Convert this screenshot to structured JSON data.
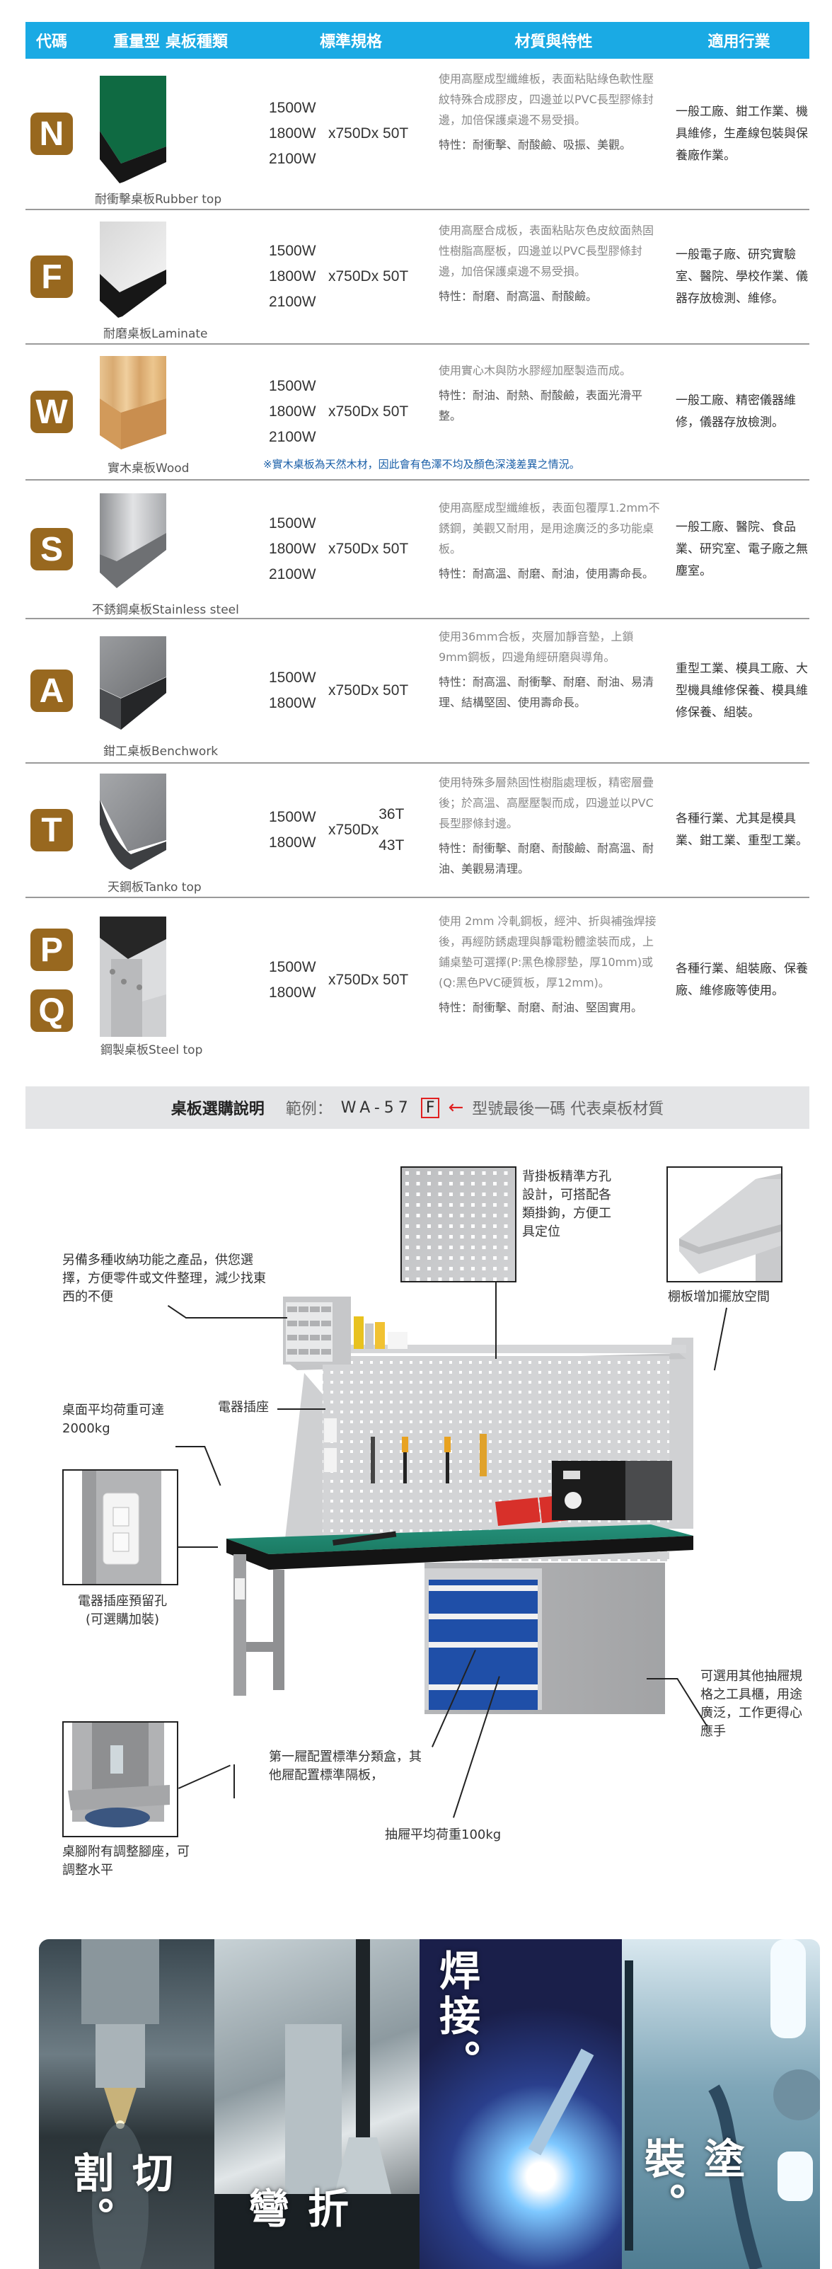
{
  "table": {
    "headers": {
      "code": "代碼",
      "type": "重量型 桌板種類",
      "spec": "標準規格",
      "material": "材質與特性",
      "industry": "適用行業"
    },
    "rows": [
      {
        "codes": [
          "N"
        ],
        "type_label": "耐衝擊桌板Rubber top",
        "sizes": [
          "1500W",
          "1800W",
          "2100W"
        ],
        "dims": "x750Dx 50T",
        "material": "使用高壓成型纖維板，表面粘貼綠色軟性壓紋特殊合成膠皮，四邊並以PVC長型膠條封邊，加倍保護桌邊不易受損。",
        "features": "特性：耐衝擊、耐酸鹼、吸振、美觀。",
        "industry": "一般工廠、鉗工作業、機具維修，生產線包裝與保養廠作業。"
      },
      {
        "codes": [
          "F"
        ],
        "type_label": "耐磨桌板Laminate",
        "sizes": [
          "1500W",
          "1800W",
          "2100W"
        ],
        "dims": "x750Dx 50T",
        "material": "使用高壓合成板，表面粘貼灰色皮紋面熱固性樹脂高壓板，四邊並以PVC長型膠條封邊，加倍保護桌邊不易受損。",
        "features": "特性：耐磨、耐高溫、耐酸鹼。",
        "industry": "一般電子廠、研究實驗室、醫院、學校作業、儀器存放檢測、維修。"
      },
      {
        "codes": [
          "W"
        ],
        "type_label": "實木桌板Wood",
        "sizes": [
          "1500W",
          "1800W",
          "2100W"
        ],
        "dims": "x750Dx 50T",
        "material": "使用實心木與防水膠經加壓製造而成。",
        "features": "特性：耐油、耐熱、耐酸鹼，表面光滑平整。",
        "industry": "一般工廠、精密儀器維修，儀器存放檢測。",
        "note": "※實木桌板為天然木材，因此會有色澤不均及顏色深淺差異之情況。"
      },
      {
        "codes": [
          "S"
        ],
        "type_label": "不銹鋼桌板Stainless steel",
        "sizes": [
          "1500W",
          "1800W",
          "2100W"
        ],
        "dims": "x750Dx 50T",
        "material": "使用高壓成型纖維板，表面包覆厚1.2mm不銹鋼，美觀又耐用，是用途廣泛的多功能桌板。",
        "features": "特性：耐高溫、耐磨、耐油，使用壽命長。",
        "industry": "一般工廠、醫院、食品業、研究室、電子廠之無塵室。"
      },
      {
        "codes": [
          "A"
        ],
        "type_label": "鉗工桌板Benchwork",
        "sizes": [
          "1500W",
          "1800W"
        ],
        "dims": "x750Dx 50T",
        "material": "使用36mm合板，夾層加靜音墊，上鎖9mm鋼板，四邊角經研磨與導角。",
        "features": "特性：耐高溫、耐衝擊、耐磨、耐油、易清理、結構堅固、使用壽命長。",
        "industry": "重型工業、模具工廠、大型機具維修保養、模具維修保養、組裝。"
      },
      {
        "codes": [
          "T"
        ],
        "type_label": "天鋼板Tanko top",
        "sizes": [
          "1500W",
          "1800W"
        ],
        "dims": "x750Dx",
        "thickness": [
          "36T",
          "43T"
        ],
        "material": "使用特殊多層熱固性樹脂處理板，精密層疊後；於高溫、高壓壓製而成，四邊並以PVC長型膠條封邊。",
        "features": "特性：耐衝擊、耐磨、耐酸鹼、耐高溫、耐油、美觀易清理。",
        "industry": "各種行業、尤其是模具業、鉗工業、重型工業。"
      },
      {
        "codes": [
          "P",
          "Q"
        ],
        "type_label": "鋼製桌板Steel top",
        "sizes": [
          "1500W",
          "1800W"
        ],
        "dims": "x750Dx 50T",
        "material": "使用 2mm 冷軋鋼板，經沖、折與補強焊接後，再經防銹處理與靜電粉體塗裝而成，上鋪桌墊可選擇(P:黑色橡膠墊，厚10mm)或(Q:黑色PVC硬質板，厚12mm)。",
        "features": "特性：耐衝擊、耐磨、耐油、堅固實用。",
        "industry": "各種行業、組裝廠、保養廠、維修廠等使用。"
      }
    ]
  },
  "selection": {
    "title": "桌板選購說明",
    "example_label": "範例：",
    "model_prefix": "WA-57",
    "model_code": "F",
    "arrow": "←",
    "explanation": "型號最後一碼  代表桌板材質"
  },
  "diagram": {
    "callouts": {
      "storage": "另備多種收納功能之產品，供您選擇，方便零件或文件整理，減少找東西的不便",
      "pegboard": "背掛板精準方孔設計，可搭配各類掛鉤，方便工具定位",
      "shelf": "棚板增加擺放空間",
      "outlet": "電器插座",
      "load": "桌面平均荷重可達2000kg",
      "outlet_hole": "電器插座預留孔\n(可選購加裝)",
      "cabinet": "可選用其他抽屜規格之工具櫃，用途廣泛，工作更得心應手",
      "drawer_config": "第一屜配置標準分類盒，其他屜配置標準隔板，",
      "drawer_load": "抽屜平均荷重100kg",
      "foot": "桌腳附有調整腳座，可調整水平"
    }
  },
  "banner": {
    "panels": [
      {
        "label": "切割。"
      },
      {
        "label": "折彎"
      },
      {
        "label": "焊接。"
      },
      {
        "label": "塗裝。"
      }
    ]
  },
  "colors": {
    "header_blue": "#1aaae4",
    "badge_brown": "#98681f",
    "selection_bar": "#e4e5e7",
    "highlight_red": "#e02020",
    "wood_note_blue": "#1a5fa8",
    "drawer_blue": "#1f4fa8",
    "bench_green": "#1f8a6a"
  }
}
